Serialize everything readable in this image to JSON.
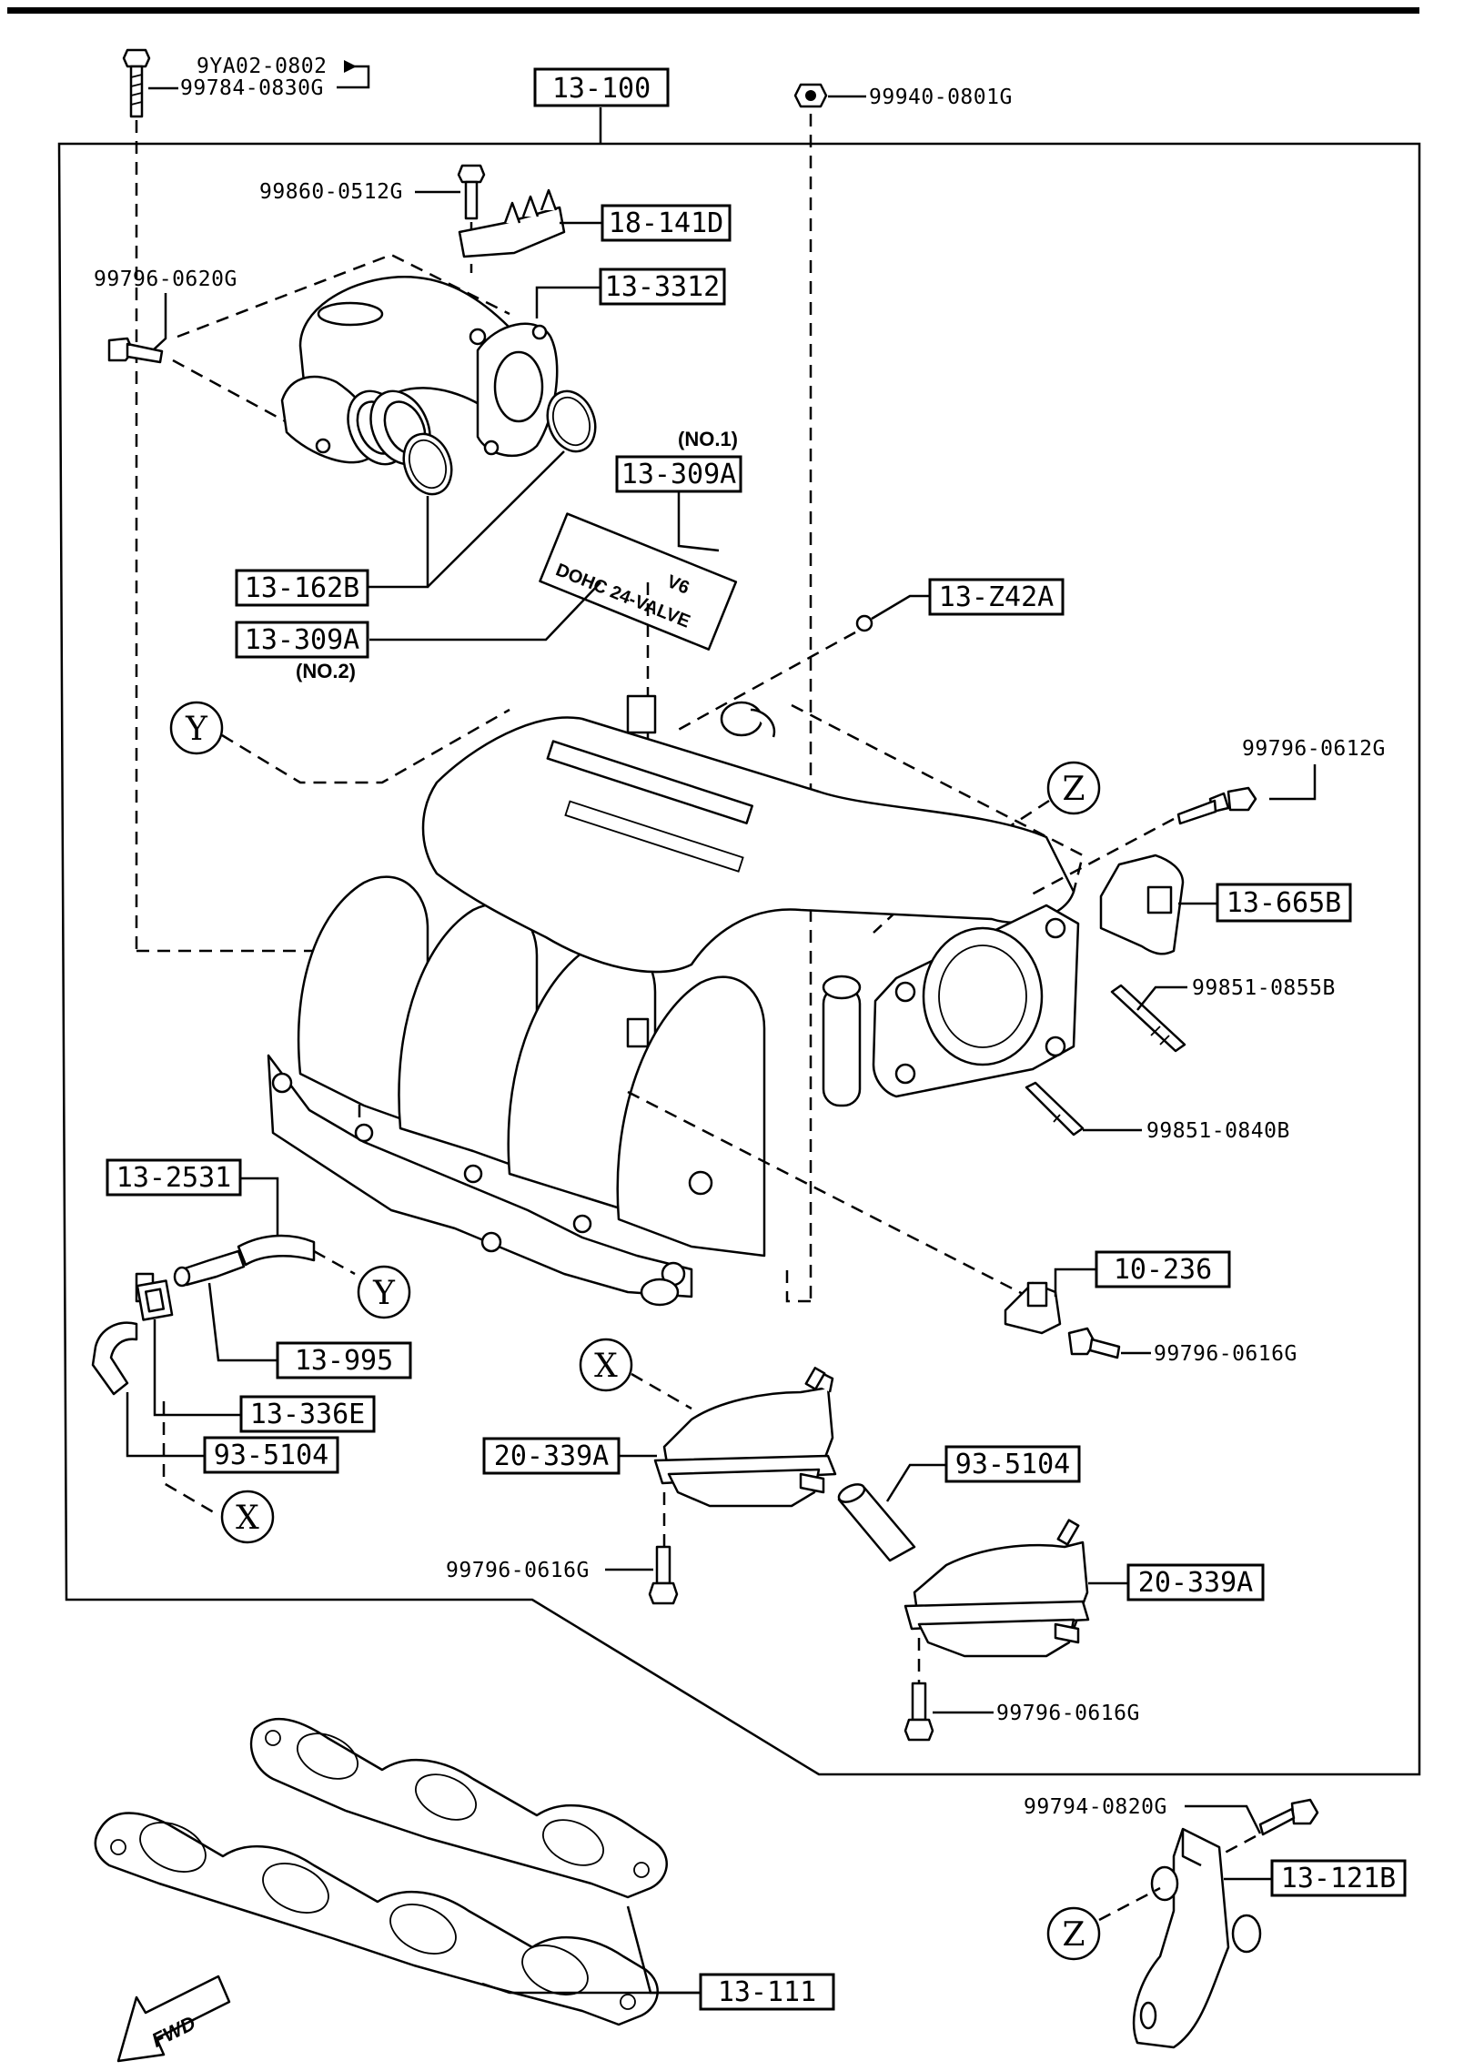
{
  "labels": {
    "bolt_top_a": "9YA02-0802",
    "bolt_top_b": "99784-0830G",
    "assembly_box": "13-100",
    "nut_top": "99940-0801G",
    "bolt_bracket": "99860-0512G",
    "bracket_box": "18-141D",
    "bolt_elbow": "99796-0620G",
    "elbow_box": "13-3312",
    "no1_note": "(NO.1)",
    "emblem1_box": "13-309A",
    "oring_box": "13-162B",
    "emblem2_box": "13-309A",
    "no2_note": "(NO.2)",
    "clip_box": "13-Z42A",
    "bolt_right": "99796-0612G",
    "plate_box": "13-665B",
    "stud_upper": "99851-0855B",
    "stud_lower": "99851-0840B",
    "hose_box": "13-2531",
    "bracket2_box": "10-236",
    "bolt_bracket2": "99796-0616G",
    "valve_box": "13-995",
    "gasket_small_box": "13-336E",
    "hose2_box": "93-5104",
    "chamber1_box": "20-339A",
    "hose3_box": "93-5104",
    "bolt_chamber1": "99796-0616G",
    "chamber2_box": "20-339A",
    "bolt_chamber2": "99796-0616G",
    "bolt_bottom_bracket": "99794-0820G",
    "bottom_bracket_box": "13-121B",
    "gasket_box": "13-111",
    "fwd_arrow": "FWD",
    "emblem_v6": "V6",
    "emblem_dohc": "DOHC 24-VALVE"
  },
  "callouts": {
    "y": "Y",
    "z": "Z",
    "x": "X"
  }
}
